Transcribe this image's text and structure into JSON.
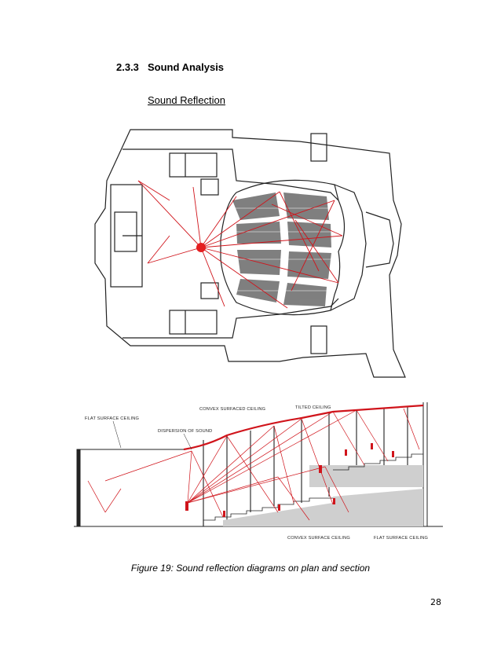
{
  "section": {
    "number": "2.3.3",
    "title": "Sound Analysis"
  },
  "subheading": "Sound Reflection",
  "section_labels": {
    "flat_surface_ceiling_left": "FLAT SURFACE CEILING",
    "convex_surfaced_ceiling": "CONVEX SURFACED CEILING",
    "tilted_ceiling": "TILTED CEILING",
    "dispersion_of_sound": "DISPERSION OF SOUND",
    "convex_surface_ceiling_bottom": "CONVEX SURFACE CEILING",
    "flat_surface_ceiling_bottom": "FLAT SURFACE CEILING"
  },
  "caption": "Figure 19: Sound reflection diagrams on plan and section",
  "page_number": "28",
  "colors": {
    "ray": "#d0141b",
    "line": "#222222"
  }
}
